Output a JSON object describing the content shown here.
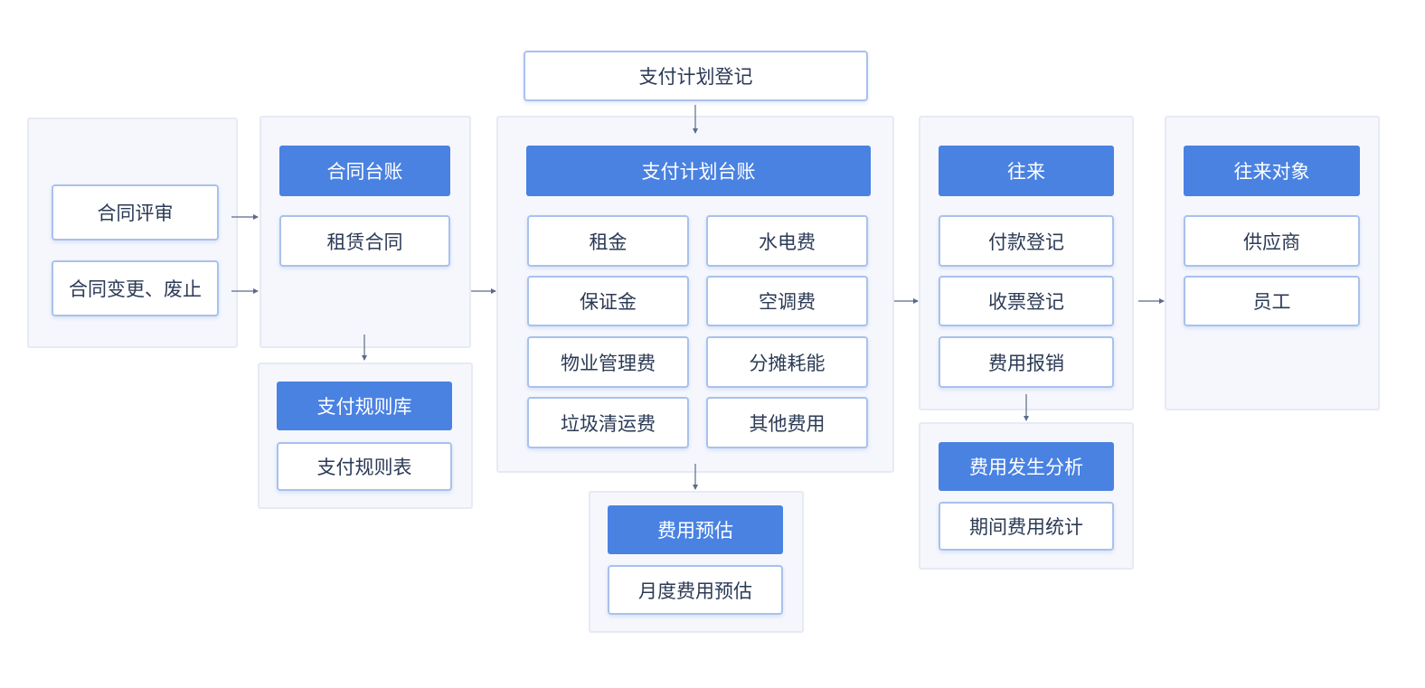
{
  "colors": {
    "header_fill": "#4a82e2",
    "box_border": "#a9c1ec",
    "panel_fill": "#f5f7fc",
    "panel_border": "#e6eaf3",
    "text": "#2b3a55",
    "arrow": "#5b6b8c"
  },
  "contract_input": {
    "review": "合同评审",
    "change": "合同变更、废止"
  },
  "contract_ledger": {
    "header": "合同台账",
    "item": "租赁合同"
  },
  "payment_rules": {
    "header": "支付规则库",
    "item": "支付规则表"
  },
  "payment_plan_register": "支付计划登记",
  "payment_plan_ledger": {
    "header": "支付计划台账",
    "items": [
      "租金",
      "水电费",
      "保证金",
      "空调费",
      "物业管理费",
      "分摊耗能",
      "垃圾清运费",
      "其他费用"
    ]
  },
  "cost_estimate": {
    "header": "费用预估",
    "item": "月度费用预估"
  },
  "transactions": {
    "header": "往来",
    "items": [
      "付款登记",
      "收票登记",
      "费用报销"
    ]
  },
  "cost_analysis": {
    "header": "费用发生分析",
    "item": "期间费用统计"
  },
  "counterparties": {
    "header": "往来对象",
    "items": [
      "供应商",
      "员工"
    ]
  }
}
